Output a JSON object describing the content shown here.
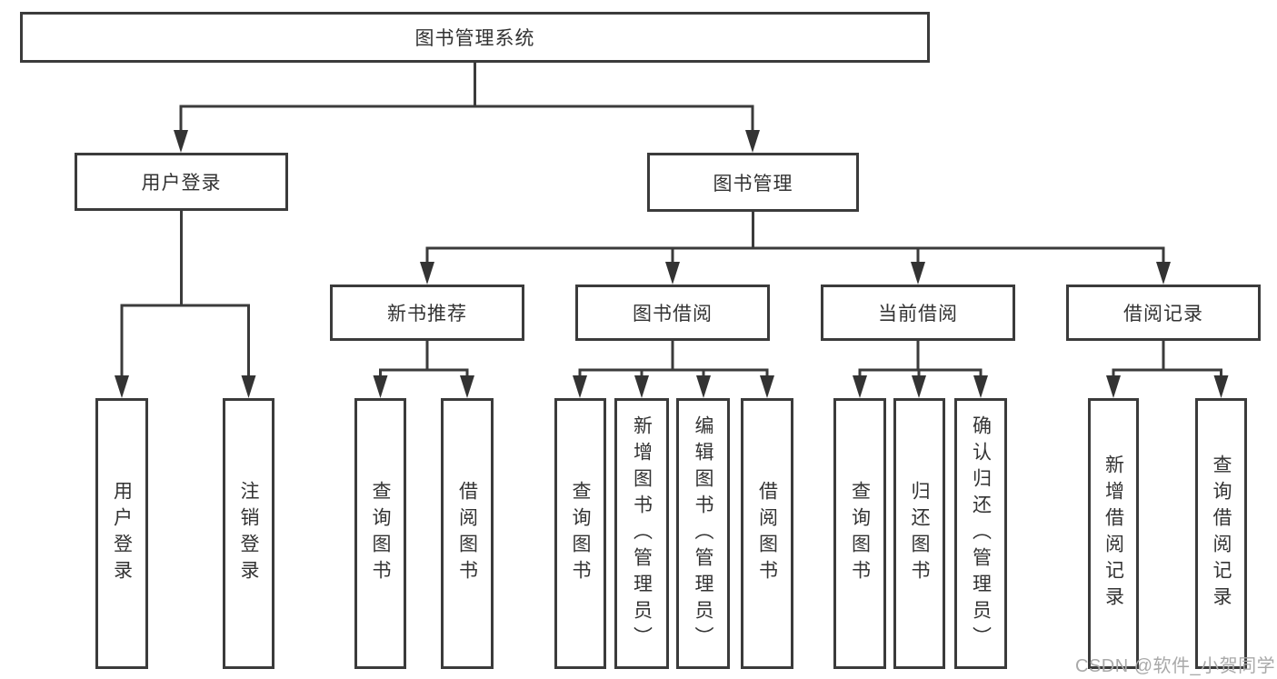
{
  "diagram": {
    "title_node": {
      "label": "图书管理系统"
    },
    "level2": [
      {
        "label": "用户登录"
      },
      {
        "label": "图书管理"
      }
    ],
    "level3": [
      {
        "label": "新书推荐"
      },
      {
        "label": "图书借阅"
      },
      {
        "label": "当前借阅"
      },
      {
        "label": "借阅记录"
      }
    ],
    "leaves": [
      {
        "label": "用户登录"
      },
      {
        "label": "注销登录"
      },
      {
        "label": "查询图书"
      },
      {
        "label": "借阅图书"
      },
      {
        "label": "查询图书"
      },
      {
        "label": "新增图书（管理员）"
      },
      {
        "label": "编辑图书（管理员）"
      },
      {
        "label": "借阅图书"
      },
      {
        "label": "查询图书"
      },
      {
        "label": "归还图书"
      },
      {
        "label": "确认归还（管理员）"
      },
      {
        "label": "新增借阅记录"
      },
      {
        "label": "查询借阅记录"
      }
    ],
    "colors": {
      "line": "#3b3b3b",
      "text": "#333333",
      "watermark": "#a9a9a9",
      "background": "#ffffff"
    },
    "watermark": "CSDN @软件_小贺同学"
  }
}
